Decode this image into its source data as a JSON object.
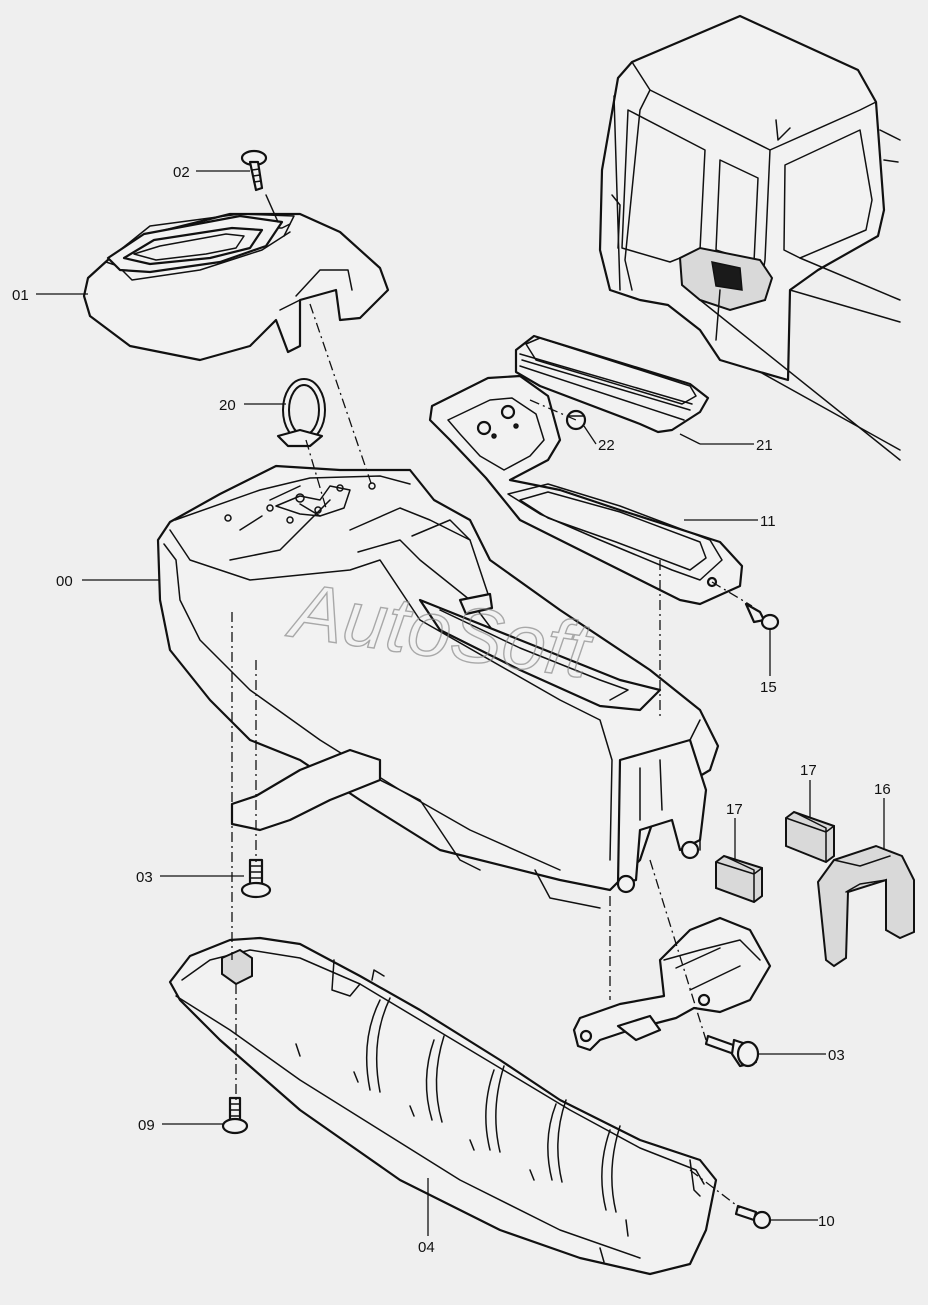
{
  "diagram": {
    "watermark": "AutoSoft",
    "labels": {
      "p00": "00",
      "p01": "01",
      "p02": "02",
      "p03_left": "03",
      "p03_right": "03",
      "p04": "04",
      "p09": "09",
      "p10": "10",
      "p11": "11",
      "p15": "15",
      "p16": "16",
      "p17_left": "17",
      "p17_right": "17",
      "p20": "20",
      "p21": "21",
      "p22": "22"
    }
  }
}
